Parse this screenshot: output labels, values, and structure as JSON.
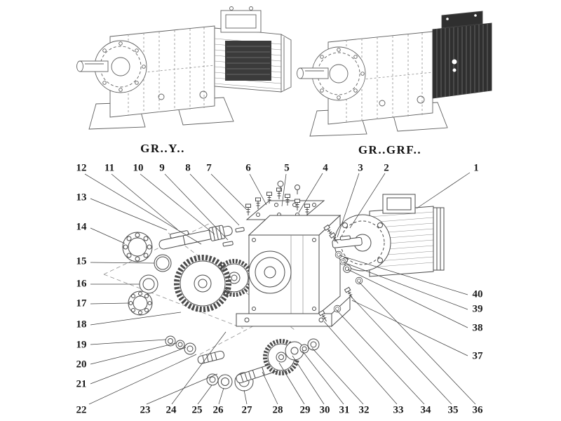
{
  "figure": {
    "type": "exploded-parts-diagram",
    "background": "#ffffff",
    "line_color": "#4a4a4a",
    "dark_fill": "#2f2f2f"
  },
  "variants": {
    "left": {
      "label": "GR..Y.."
    },
    "right": {
      "label": "GR..GRF.."
    }
  },
  "callouts": [
    {
      "label": "1"
    },
    {
      "label": "2"
    },
    {
      "label": "3"
    },
    {
      "label": "4"
    },
    {
      "label": "5"
    },
    {
      "label": "6"
    },
    {
      "label": "7"
    },
    {
      "label": "8"
    },
    {
      "label": "9"
    },
    {
      "label": "10"
    },
    {
      "label": "11"
    },
    {
      "label": "12"
    },
    {
      "label": "13"
    },
    {
      "label": "14"
    },
    {
      "label": "15"
    },
    {
      "label": "16"
    },
    {
      "label": "17"
    },
    {
      "label": "18"
    },
    {
      "label": "19"
    },
    {
      "label": "20"
    },
    {
      "label": "21"
    },
    {
      "label": "22"
    },
    {
      "label": "23"
    },
    {
      "label": "24"
    },
    {
      "label": "25"
    },
    {
      "label": "26"
    },
    {
      "label": "27"
    },
    {
      "label": "28"
    },
    {
      "label": "29"
    },
    {
      "label": "30"
    },
    {
      "label": "31"
    },
    {
      "label": "32"
    },
    {
      "label": "33"
    },
    {
      "label": "34"
    },
    {
      "label": "35"
    },
    {
      "label": "36"
    },
    {
      "label": "37"
    },
    {
      "label": "38"
    },
    {
      "label": "39"
    },
    {
      "label": "40"
    }
  ]
}
